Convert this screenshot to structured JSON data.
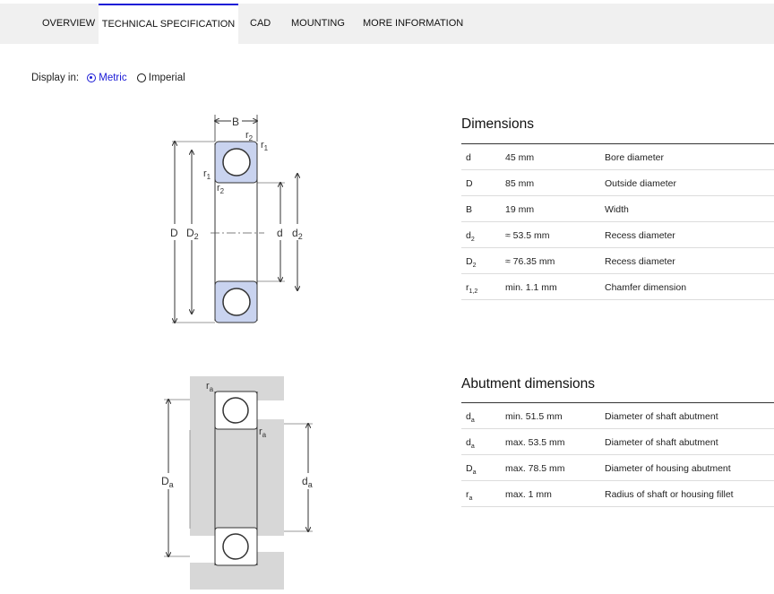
{
  "tabs": [
    {
      "label": "OVERVIEW"
    },
    {
      "label": "TECHNICAL SPECIFICATION"
    },
    {
      "label": "CAD"
    },
    {
      "label": "MOUNTING"
    },
    {
      "label": "MORE INFORMATION"
    }
  ],
  "active_tab": "TECHNICAL SPECIFICATION",
  "display": {
    "label": "Display in:",
    "metric": "Metric",
    "imperial": "Imperial",
    "selected": "Metric"
  },
  "dimensions": {
    "title": "Dimensions",
    "rows": [
      {
        "sym": "d",
        "sub": "",
        "value": "45 mm",
        "desc": "Bore diameter"
      },
      {
        "sym": "D",
        "sub": "",
        "value": "85 mm",
        "desc": "Outside diameter"
      },
      {
        "sym": "B",
        "sub": "",
        "value": "19 mm",
        "desc": "Width"
      },
      {
        "sym": "d",
        "sub": "2",
        "value": "≈ 53.5 mm",
        "desc": "Recess diameter"
      },
      {
        "sym": "D",
        "sub": "2",
        "value": "≈ 76.35 mm",
        "desc": "Recess diameter"
      },
      {
        "sym": "r",
        "sub": "1,2",
        "value": "min. 1.1 mm",
        "desc": "Chamfer dimension"
      }
    ]
  },
  "abutment": {
    "title": "Abutment dimensions",
    "rows": [
      {
        "sym": "d",
        "sub": "a",
        "value": "min. 51.5 mm",
        "desc": "Diameter of shaft abutment"
      },
      {
        "sym": "d",
        "sub": "a",
        "value": "max. 53.5 mm",
        "desc": "Diameter of shaft abutment"
      },
      {
        "sym": "D",
        "sub": "a",
        "value": "max. 78.5 mm",
        "desc": "Diameter of housing abutment"
      },
      {
        "sym": "r",
        "sub": "a",
        "value": "max. 1 mm",
        "desc": "Radius of shaft or housing fillet"
      }
    ]
  },
  "drawing1_labels": {
    "B": "B",
    "r": "r",
    "s1": "1",
    "s2": "2",
    "D": "D",
    "D2": "D",
    "d": "d",
    "d2": "d"
  },
  "drawing2_labels": {
    "r": "r",
    "a": "a",
    "D": "D",
    "d": "d"
  },
  "colors": {
    "accent": "#1a1ad6",
    "bearing_fill": "#c9d3ef",
    "housing": "#d7d7d7"
  }
}
